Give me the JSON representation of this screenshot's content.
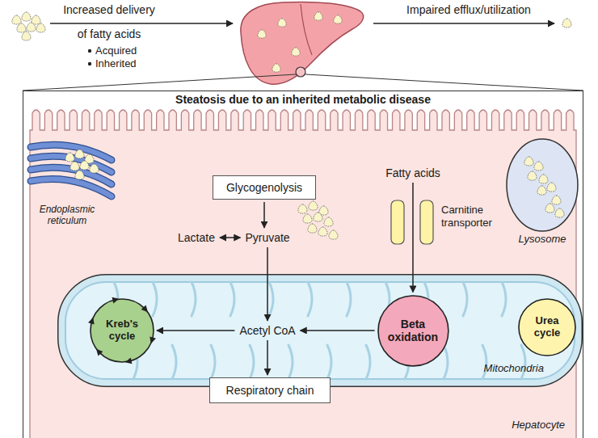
{
  "diagram": {
    "nodes": [
      {
        "text": [
          "Steatosis due to an inherited metabolic disease"
        ]
      },
      {
        "text": [
          "Hepatocyte"
        ],
        "in": 0
      },
      {
        "text": [
          "Glycogenolysis"
        ],
        "in": 1
      },
      {
        "text": [
          "Lactate"
        ],
        "in": 1
      },
      {
        "text": [
          "Pyruvate"
        ],
        "in": 1
      },
      {
        "text": [
          "Fatty acids"
        ],
        "in": 1
      },
      {
        "text": [
          "Lysosome"
        ],
        "in": 1
      },
      {
        "text": [
          "Mitochondria"
        ],
        "in": 1
      },
      {
        "text": [
          "Kreb's cycle"
        ],
        "in": 7
      },
      {
        "text": [
          "Acetyl CoA"
        ],
        "in": 7
      },
      {
        "text": [
          "Beta oxidation"
        ],
        "in": 7
      },
      {
        "text": [
          "Urea cycle"
        ],
        "in": 7
      },
      {
        "text": [
          "Respiratory chain"
        ],
        "in": 1
      }
    ],
    "edges": [
      {
        "from": 2,
        "to": 4,
        "arrow": "to"
      },
      {
        "from": 3,
        "to": 4,
        "arrow": "both"
      },
      {
        "from": 4,
        "to": 9,
        "arrow": "to"
      },
      {
        "from": 5,
        "to": 10,
        "arrow": "to"
      },
      {
        "from": 9,
        "to": 8,
        "arrow": "to"
      },
      {
        "from": 10,
        "to": 9,
        "arrow": "to"
      },
      {
        "from": 9,
        "to": 12,
        "arrow": "to"
      }
    ],
    "labels": [
      "Increased delivery",
      "of fatty acids",
      "Acquired",
      "Inherited",
      "Impaired efflux/utilization",
      "Endoplasmic reticulum",
      "Carnitine transporter"
    ]
  }
}
